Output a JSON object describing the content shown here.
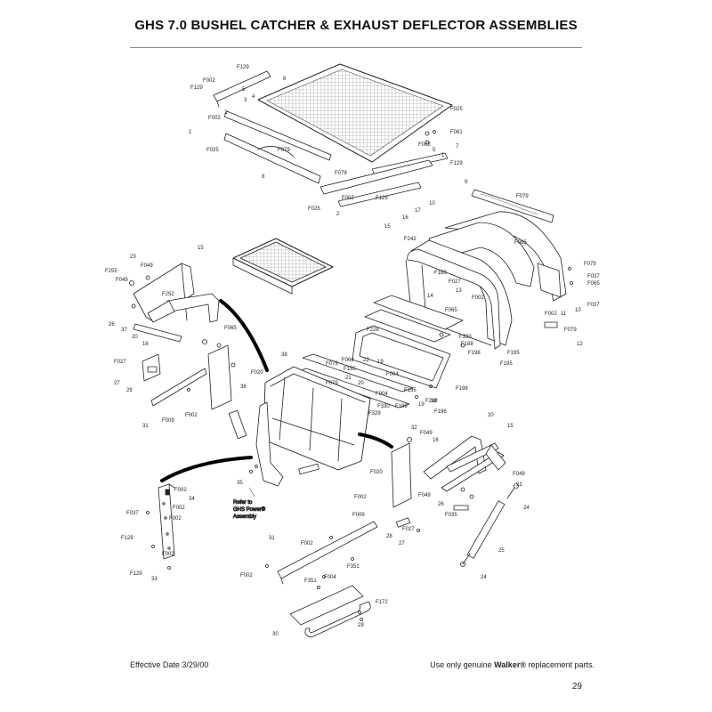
{
  "title": "GHS 7.0 BUSHEL CATCHER & EXHAUST DEFLECTOR ASSEMBLIES",
  "footer": {
    "effective_date": "Effective Date 3/29/00",
    "note_prefix": "Use only genuine ",
    "brand": "Walker®",
    "note_suffix": " replacement parts.",
    "page_number": "29"
  },
  "diagram": {
    "reference_note_lines": [
      "Refer to",
      "GHS Power®",
      "Assembly"
    ],
    "callouts": [
      "F129",
      "6",
      "F002",
      "F129",
      "5",
      "3",
      "4",
      "2",
      "F002",
      "1",
      "F025",
      "F079",
      "8",
      "F025",
      "F061",
      "F002",
      "7",
      "5",
      "1",
      "F129",
      "F079",
      "F002",
      "F129",
      "F025",
      "2",
      "9",
      "F079",
      "10",
      "17",
      "16",
      "15",
      "F242",
      "F085",
      "F079",
      "F037",
      "F065",
      "F037",
      "F188",
      "F027",
      "13",
      "F002",
      "14",
      "F065",
      "F002",
      "11",
      "10",
      "F079",
      "12",
      "F228",
      "F330",
      "F188",
      "F198",
      "F195",
      "F195",
      "23",
      "15",
      "F255",
      "F049",
      "F049",
      "F252",
      "26",
      "37",
      "20",
      "16",
      "F065",
      "F027",
      "27",
      "28",
      "36",
      "31",
      "F009",
      "F002",
      "F020",
      "38",
      "F079",
      "F066",
      "22",
      "19",
      "F195",
      "20",
      "21",
      "F079",
      "F004",
      "F195",
      "F004",
      "F330",
      "F329",
      "F196",
      "F242",
      "19",
      "18",
      "F198",
      "F196",
      "32",
      "F049",
      "16",
      "20",
      "15",
      "F049",
      "23",
      "24",
      "26",
      "F035",
      "F049",
      "F002",
      "34",
      "F037",
      "F002",
      "F002",
      "F129",
      "F002",
      "F129",
      "33",
      "35",
      "F020",
      "F002",
      "F009",
      "28",
      "F027",
      "27",
      "25",
      "24",
      "31",
      "F002",
      "F351",
      "F351",
      "F004",
      "F002",
      "F172",
      "30",
      "29"
    ]
  }
}
